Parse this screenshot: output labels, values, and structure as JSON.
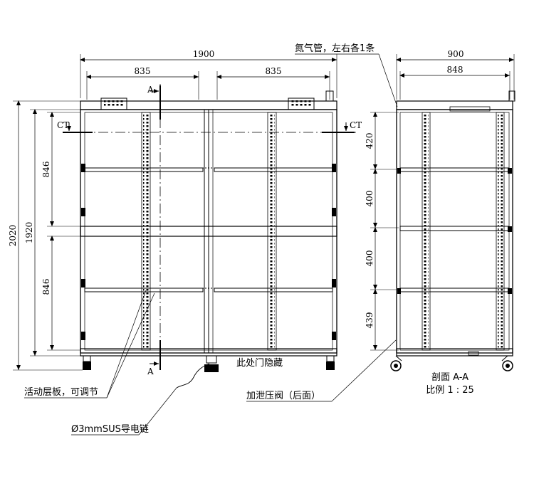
{
  "front_view": {
    "dim_total_width": "1900",
    "dim_left_bay": "835",
    "dim_right_bay": "835",
    "dim_total_height": "2020",
    "dim_frame_height": "1920",
    "dim_upper_section": "846",
    "dim_lower_section": "846",
    "section_marker": "A",
    "ct_marker": "CT"
  },
  "side_view": {
    "dim_total_depth": "900",
    "dim_inner_depth": "848",
    "dim_shelf_1": "420",
    "dim_shelf_2": "400",
    "dim_shelf_3": "400",
    "dim_shelf_4": "439",
    "section_title": "剖面 A-A",
    "scale": "比例 1 : 25"
  },
  "annotations": {
    "nitrogen_pipe": "氮气管，左右各1条",
    "hidden_door": "此处门隐藏",
    "adjustable_shelf": "活动层板，可调节",
    "pressure_valve": "加泄压阀（后面）",
    "ground_chain": "Ø3mmSUS导电链"
  }
}
